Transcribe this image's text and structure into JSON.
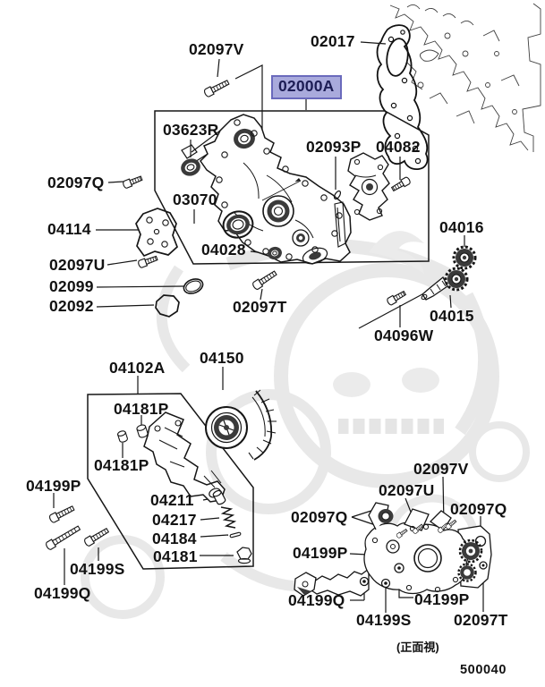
{
  "document": {
    "number": "500040",
    "view_caption": "(正面視)"
  },
  "style": {
    "highlight_bg": "#a9aadc",
    "highlight_border": "#6a6abc",
    "highlight_text": "#1d1d55",
    "line_color": "#1a1a1a",
    "watermark_color": "#d6d6d6"
  },
  "labels": [
    {
      "text": "02097V"
    },
    {
      "text": "02017"
    },
    {
      "text": "02000A",
      "highlighted": true
    },
    {
      "text": "03623R"
    },
    {
      "text": "02093P"
    },
    {
      "text": "04082"
    },
    {
      "text": "02097Q"
    },
    {
      "text": "03070"
    },
    {
      "text": "04114"
    },
    {
      "text": "02097U"
    },
    {
      "text": "04028"
    },
    {
      "text": "02099"
    },
    {
      "text": "02092"
    },
    {
      "text": "02097T"
    },
    {
      "text": "04016"
    },
    {
      "text": "04015"
    },
    {
      "text": "04096W"
    },
    {
      "text": "04102A"
    },
    {
      "text": "04150"
    },
    {
      "text": "04181P"
    },
    {
      "text": "04181P"
    },
    {
      "text": "04199P"
    },
    {
      "text": "04211"
    },
    {
      "text": "04217"
    },
    {
      "text": "04184"
    },
    {
      "text": "04181"
    },
    {
      "text": "04199S"
    },
    {
      "text": "04199Q"
    },
    {
      "text": "02097V"
    },
    {
      "text": "02097U"
    },
    {
      "text": "02097Q"
    },
    {
      "text": "02097Q"
    },
    {
      "text": "04199P"
    },
    {
      "text": "04199Q"
    },
    {
      "text": "04199P"
    },
    {
      "text": "04199S"
    },
    {
      "text": "02097T"
    }
  ]
}
